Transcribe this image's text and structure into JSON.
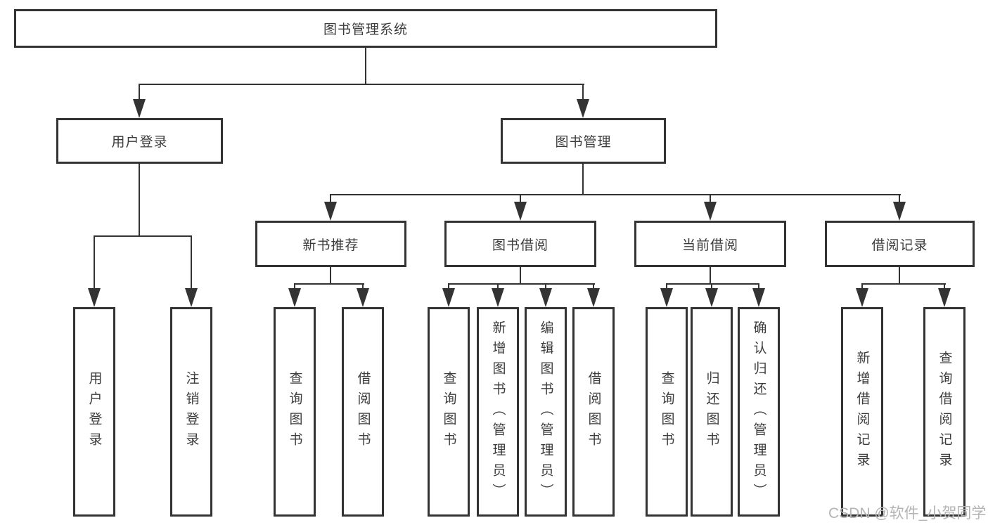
{
  "colors": {
    "line": "#333333",
    "text": "#3c3c3c",
    "background": "#ffffff",
    "watermark": "#b4b4b4"
  },
  "watermark": {
    "text": "CSDN @软件_小贺同学"
  },
  "tree": {
    "label": "图书管理系统",
    "children": [
      {
        "label": "用户登录",
        "children": [
          {
            "label": "用户登录"
          },
          {
            "label": "注销登录"
          }
        ]
      },
      {
        "label": "图书管理",
        "children": [
          {
            "label": "新书推荐",
            "children": [
              {
                "label": "查询图书"
              },
              {
                "label": "借阅图书"
              }
            ]
          },
          {
            "label": "图书借阅",
            "children": [
              {
                "label": "查询图书"
              },
              {
                "label": "新增图书（管理员）"
              },
              {
                "label": "编辑图书（管理员）"
              },
              {
                "label": "借阅图书"
              }
            ]
          },
          {
            "label": "当前借阅",
            "children": [
              {
                "label": "查询图书"
              },
              {
                "label": "归还图书"
              },
              {
                "label": "确认归还（管理员）"
              }
            ]
          },
          {
            "label": "借阅记录",
            "children": [
              {
                "label": "新增借阅记录"
              },
              {
                "label": "查询借阅记录"
              }
            ]
          }
        ]
      }
    ]
  }
}
